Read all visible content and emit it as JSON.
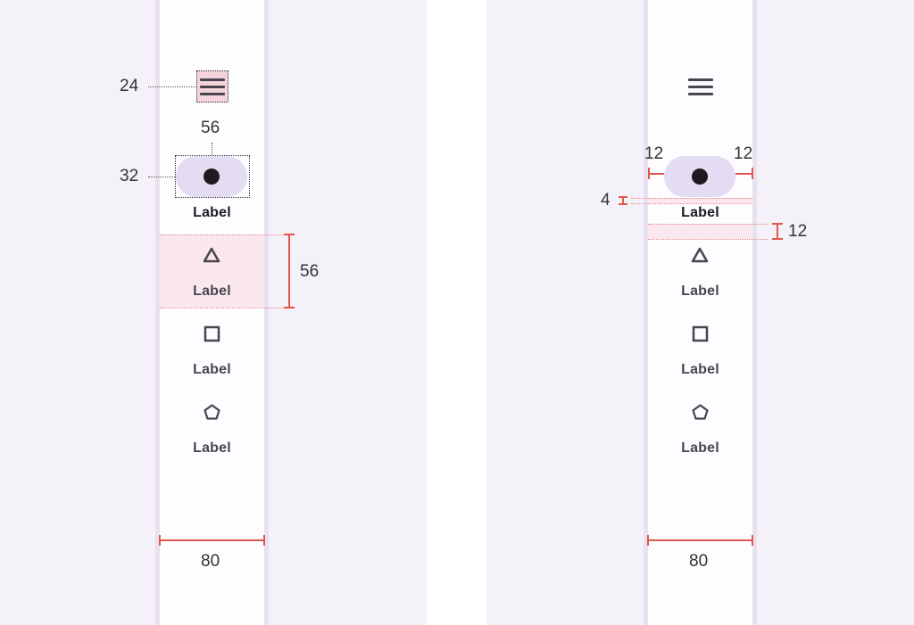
{
  "left_spec": {
    "menu_size_label": "24",
    "indicator_width_label": "56",
    "indicator_height_label": "32",
    "item_height_label": "56",
    "rail_width_label": "80"
  },
  "right_spec": {
    "indicator_padding_left_label": "12",
    "indicator_padding_right_label": "12",
    "label_gap_label": "4",
    "item_gap_label": "12",
    "rail_width_label": "80"
  },
  "nav_items": [
    {
      "label": "Label",
      "icon": "filled-circle-icon",
      "active": true
    },
    {
      "label": "Label",
      "icon": "triangle-icon",
      "active": false
    },
    {
      "label": "Label",
      "icon": "square-icon",
      "active": false
    },
    {
      "label": "Label",
      "icon": "pentagon-icon",
      "active": false
    }
  ],
  "colors": {
    "rail_background": "#fdfcff",
    "rail_border": "#e8e2f0",
    "active_indicator": "#e4dcf3",
    "measure_red": "#e2574c",
    "highlight_pink": "#fbe8ee"
  }
}
